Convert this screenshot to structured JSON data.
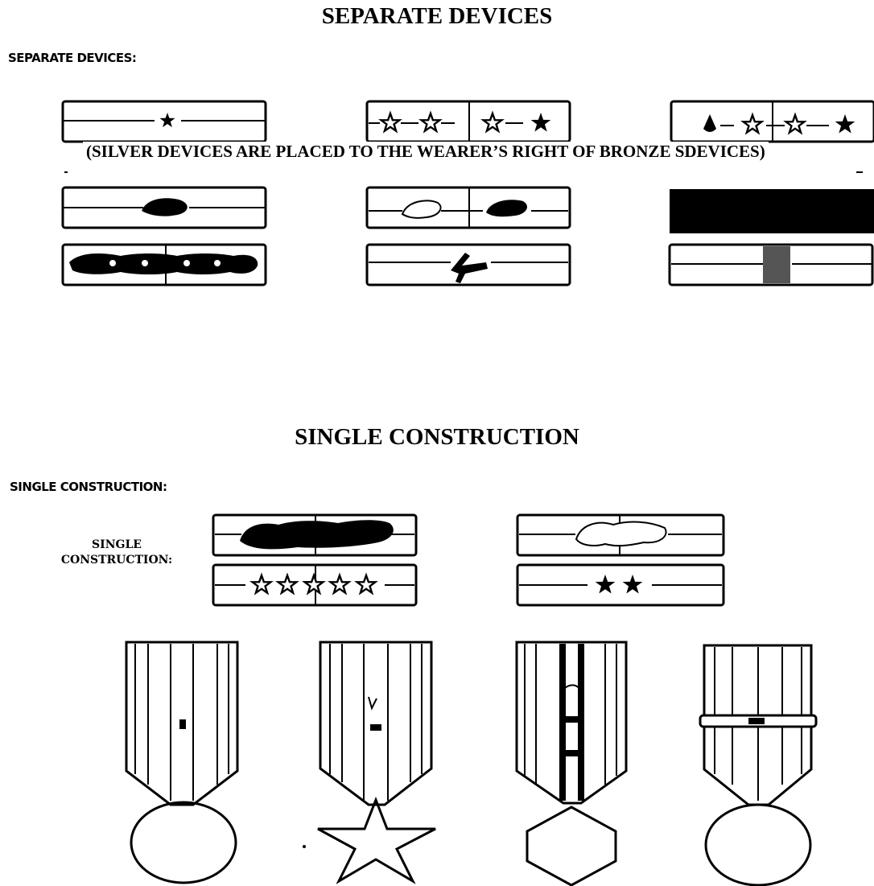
{
  "titles": {
    "separate": "SEPARATE DEVICES",
    "single": "SINGLE CONSTRUCTION"
  },
  "labels": {
    "separate_devices": "SEPARATE DEVICES:",
    "single_construction": "SINGLE CONSTRUCTION:",
    "single_line1": "SINGLE",
    "single_line2": "CONSTRUCTION:"
  },
  "note": "(SILVER DEVICES ARE PLACED TO THE WEARER’S RIGHT OF BRONZE SDEVICES)",
  "colors": {
    "ink": "#000000",
    "paper": "#ffffff",
    "gray": "#555555"
  },
  "icons": [
    "star-icon",
    "oak-leaf-icon",
    "airplane-icon",
    "ribbon-icon",
    "medal-icon"
  ]
}
